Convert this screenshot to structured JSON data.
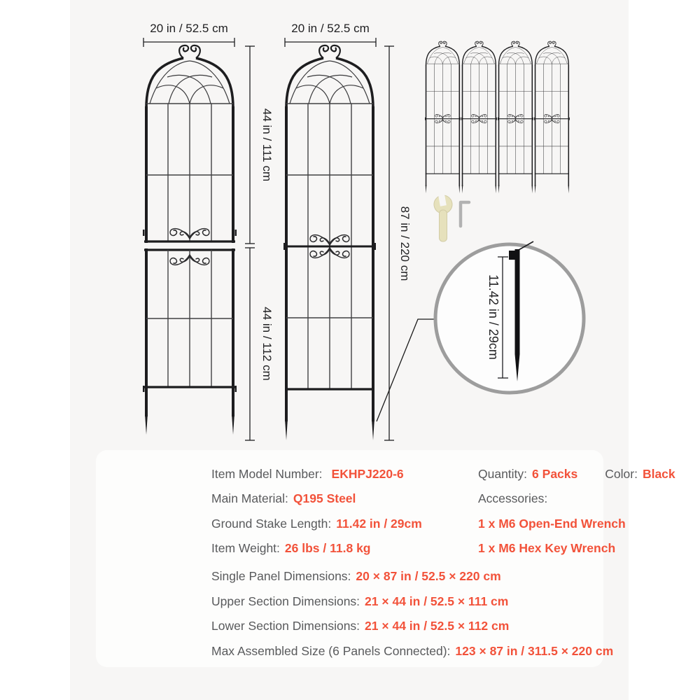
{
  "diagram": {
    "panel_split": {
      "width": "20 in / 52.5 cm",
      "upper_height": "44 in / 111 cm",
      "lower_height": "44 in / 112 cm"
    },
    "panel_full": {
      "width": "20 in / 52.5 cm",
      "height": "87 in / 220 cm"
    },
    "stake": {
      "length": "11.42 in / 29cm"
    }
  },
  "specs": {
    "rows_left": [
      {
        "label": "Item Model Number:",
        "value": "EKHPJ220-6"
      },
      {
        "label": "Main Material:",
        "value": "Q195 Steel"
      },
      {
        "label": "Ground Stake Length:",
        "value": "11.42 in / 29cm"
      },
      {
        "label": "Item Weight:",
        "value": "26 lbs / 11.8 kg"
      },
      {
        "label": "Single Panel Dimensions:",
        "value": "20 × 87 in / 52.5 × 220 cm"
      },
      {
        "label": "Upper Section Dimensions:",
        "value": "21 × 44 in / 52.5 × 111 cm"
      },
      {
        "label": "Lower Section Dimensions:",
        "value": "21 × 44 in / 52.5 × 112 cm"
      },
      {
        "label": "Max Assembled Size (6 Panels Connected):",
        "value": "123 × 87 in / 311.5 × 220 cm"
      }
    ],
    "quantity_label": "Quantity:",
    "quantity_value": "6 Packs",
    "color_label": "Color:",
    "color_value": "Black",
    "accessories_label": "Accessories:",
    "accessories": [
      "1 x M6 Open-End Wrench",
      "1 x M6 Hex Key Wrench"
    ]
  },
  "colors": {
    "accent": "#f2523a",
    "label_gray": "#595a5c",
    "canvas_bg": "#f7f6f5",
    "trellis_black": "#1d1d1f"
  }
}
